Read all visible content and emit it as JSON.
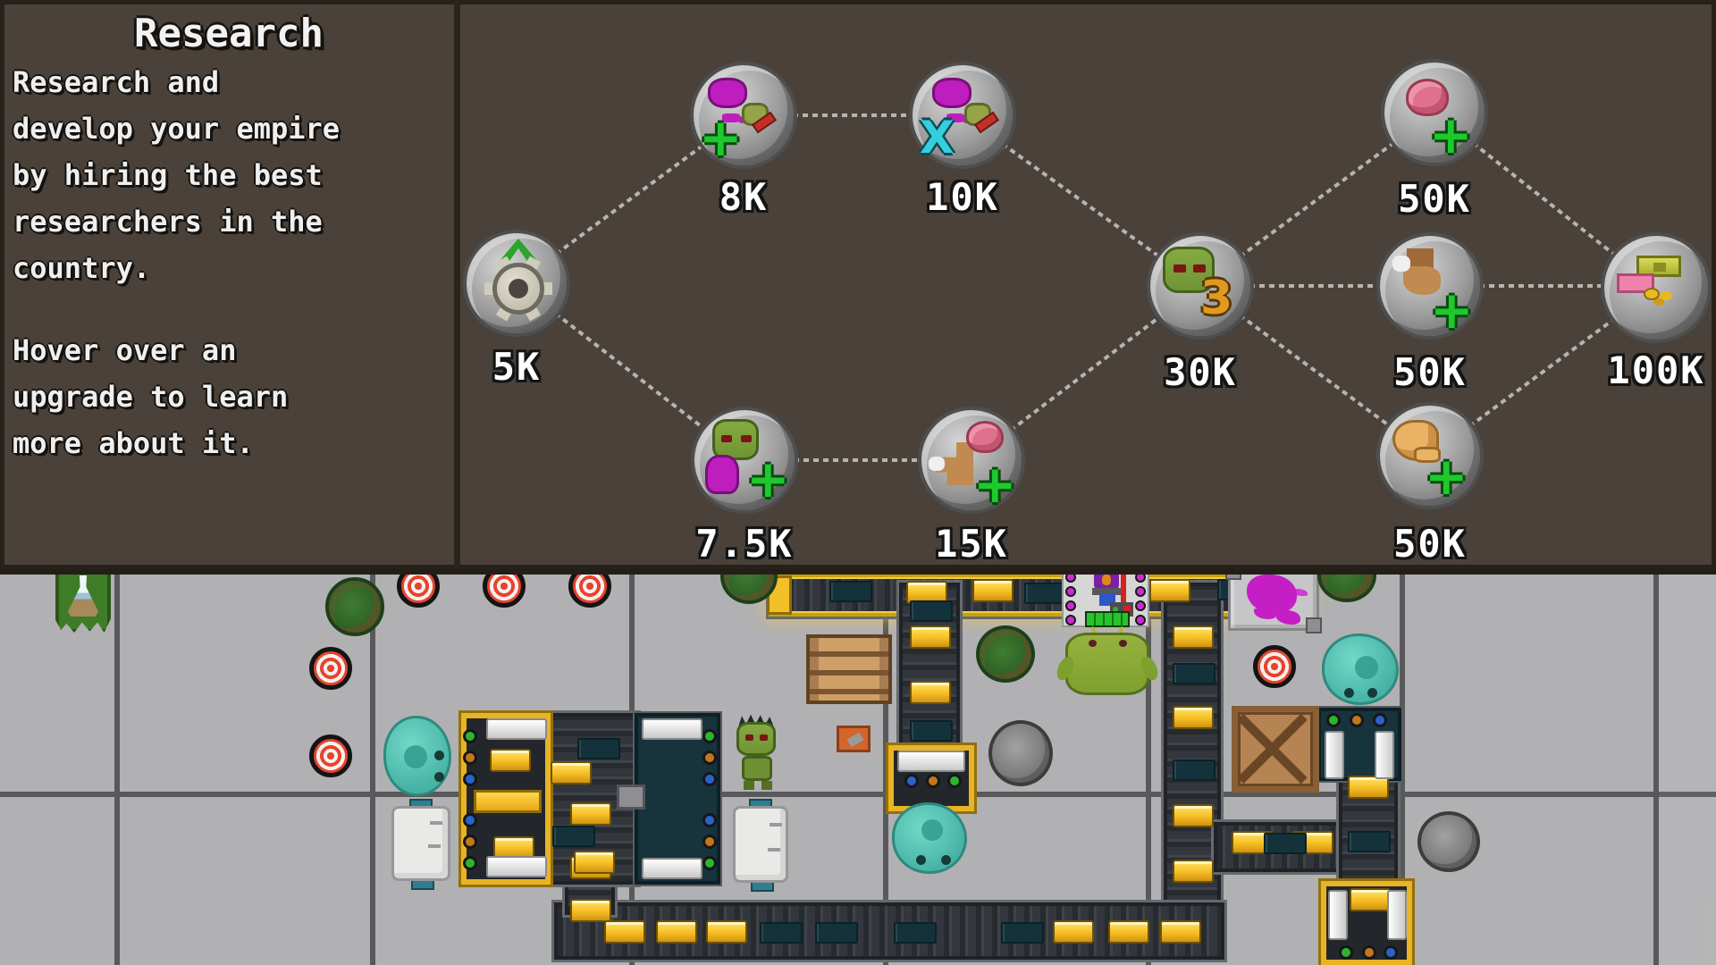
{
  "panel": {
    "title": "Research",
    "description": "Research and\ndevelop your empire\nby hiring the best\nresearchers in the\ncountry.",
    "hint": "Hover over an\nupgrade to learn\nmore about it."
  },
  "tech_tree": {
    "nodes": [
      {
        "name": "upgrade-speed",
        "cost": "5K"
      },
      {
        "name": "hire-researcher",
        "cost": "8K"
      },
      {
        "name": "fire-researcher",
        "cost": "10K"
      },
      {
        "name": "hire-goblin",
        "cost": "7.5K"
      },
      {
        "name": "strong-mind",
        "cost": "15K"
      },
      {
        "name": "goblin-tier-3",
        "cost": "30K"
      },
      {
        "name": "brain-boost",
        "cost": "50K"
      },
      {
        "name": "leg-boost",
        "cost": "50K"
      },
      {
        "name": "muscle-boost",
        "cost": "50K"
      },
      {
        "name": "cash-bonus",
        "cost": "100K"
      }
    ]
  },
  "colors": {
    "panel_bg": "#4a423a",
    "floor": "#b1b1b3",
    "gold": "#f2bd24",
    "belt": "#33373d",
    "target_red": "#e8432e",
    "slime_teal": "#54c4b6",
    "goblin_green": "#7ba23c",
    "plus_green": "#1dc92d",
    "x_cyan": "#35cede"
  }
}
